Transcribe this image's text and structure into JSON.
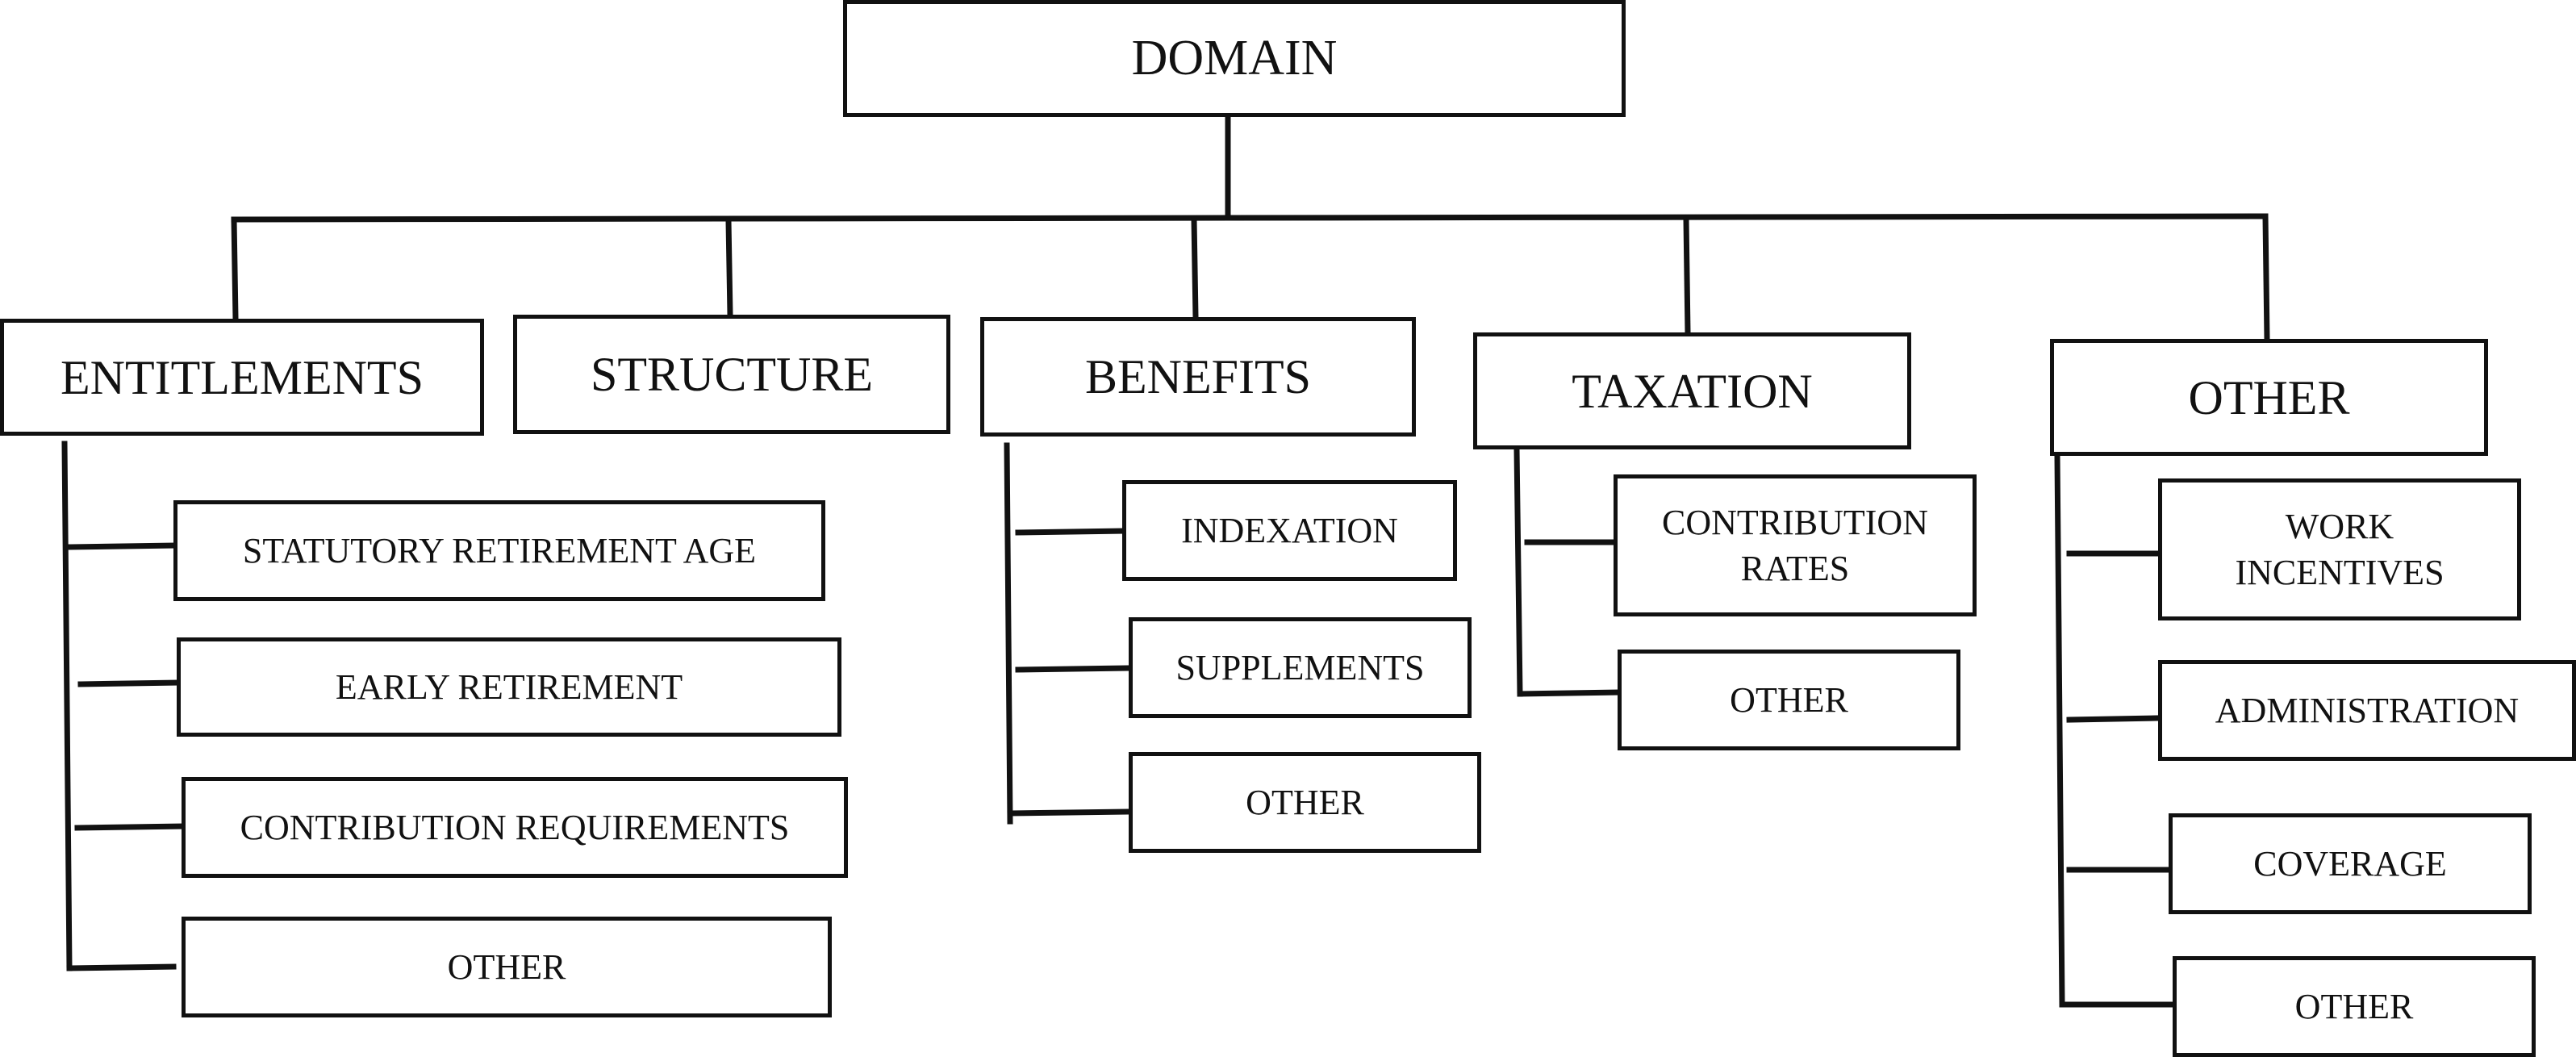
{
  "root": {
    "label": "DOMAIN"
  },
  "categories": [
    {
      "id": "entitlements",
      "label": "ENTITLEMENTS",
      "items": [
        "STATUTORY RETIREMENT AGE",
        "EARLY RETIREMENT",
        "CONTRIBUTION REQUIREMENTS",
        "OTHER"
      ]
    },
    {
      "id": "structure",
      "label": "STRUCTURE",
      "items": []
    },
    {
      "id": "benefits",
      "label": "BENEFITS",
      "items": [
        "INDEXATION",
        "SUPPLEMENTS",
        "OTHER"
      ]
    },
    {
      "id": "taxation",
      "label": "TAXATION",
      "items": [
        "CONTRIBUTION\nRATES",
        "OTHER"
      ]
    },
    {
      "id": "other",
      "label": "OTHER",
      "items": [
        "WORK\nINCENTIVES",
        "ADMINISTRATION",
        "COVERAGE",
        "OTHER"
      ]
    }
  ]
}
